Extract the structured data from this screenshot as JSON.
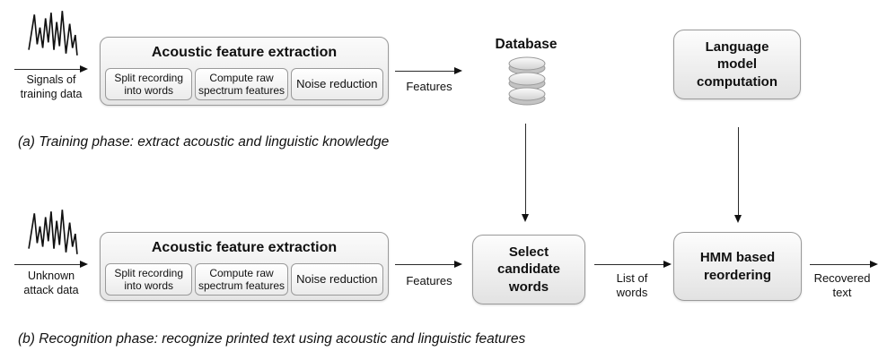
{
  "colors": {
    "background": "#ffffff",
    "box_border": "#9a9a9a",
    "box_fill_top": "#fdfdfd",
    "box_fill_bottom": "#e2e2e2",
    "arrow": "#111111",
    "text": "#111111"
  },
  "icons": {
    "training_signal": "waveform-icon",
    "attack_signal": "waveform-icon",
    "database": "database-cylinder-icon"
  },
  "phase_a": {
    "input_label": [
      "Signals of",
      "training data"
    ],
    "acoustic": {
      "title": "Acoustic feature extraction",
      "steps": [
        [
          "Split recording",
          "into words"
        ],
        [
          "Compute raw",
          "spectrum features"
        ],
        [
          "Noise reduction"
        ]
      ]
    },
    "features_label": "Features",
    "database_label": "Database",
    "language_model_label": [
      "Language",
      "model",
      "computation"
    ],
    "caption": "(a) Training phase: extract acoustic and linguistic knowledge"
  },
  "phase_b": {
    "input_label": [
      "Unknown",
      "attack data"
    ],
    "acoustic": {
      "title": "Acoustic feature extraction",
      "steps": [
        [
          "Split recording",
          "into words"
        ],
        [
          "Compute raw",
          "spectrum features"
        ],
        [
          "Noise reduction"
        ]
      ]
    },
    "features_label": "Features",
    "select_label": [
      "Select",
      "candidate",
      "words"
    ],
    "list_label": [
      "List of",
      "words"
    ],
    "hmm_label": [
      "HMM based",
      "reordering"
    ],
    "recovered_label": [
      "Recovered",
      "text"
    ],
    "caption": "(b) Recognition phase: recognize printed text using acoustic and linguistic features"
  }
}
